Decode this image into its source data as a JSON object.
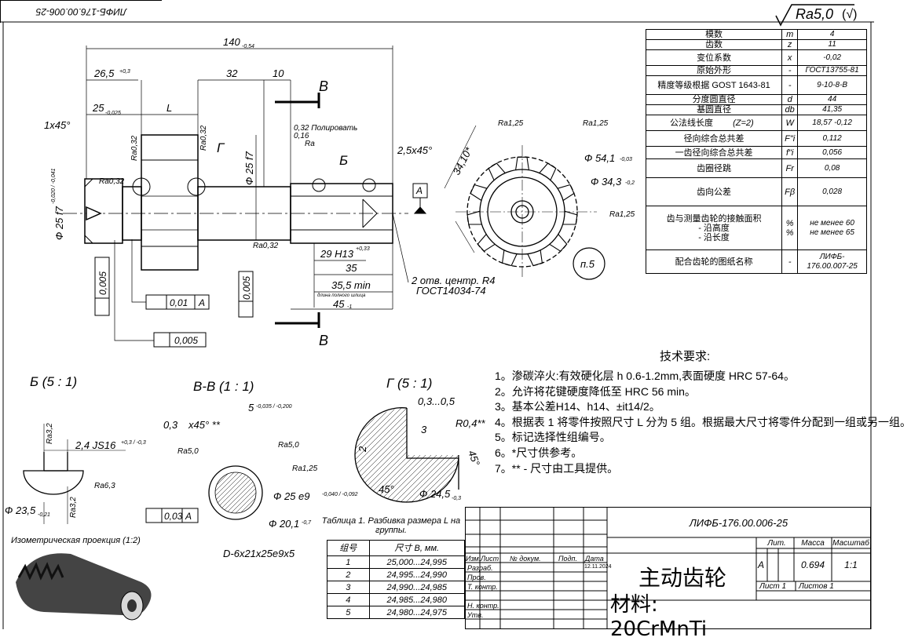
{
  "corner_code": "ЛИФБ-176.00.006-25",
  "roughness_symbol": "Ra5,0",
  "gear_table": {
    "rows": [
      {
        "name": "模数",
        "sym": "m",
        "val": "4"
      },
      {
        "name": "齿数",
        "sym": "z",
        "val": "11"
      },
      {
        "name": "变位系数",
        "sym": "x",
        "val": "-0,02"
      },
      {
        "name": "原始外形",
        "sym": "-",
        "val": "ГОСТ13755-81"
      },
      {
        "name": "精度等级根据 GOST 1643-81",
        "sym": "-",
        "val": "9-10-8-B"
      },
      {
        "name": "分度圆直径",
        "sym": "d",
        "val": "44"
      },
      {
        "name": "基圆直径",
        "sym": "db",
        "val": "41,35"
      },
      {
        "name": "公法线长度",
        "extra": "(Z=2)",
        "sym": "W",
        "val": "18,57 -0,12"
      },
      {
        "name": "径向综合总共差",
        "sym": "F\"i",
        "val": "0,112"
      },
      {
        "name": "一齿径向综合总共差",
        "sym": "f\"i",
        "val": "0,056"
      },
      {
        "name": "齿圈径跳",
        "sym": "Fr",
        "val": "0,08"
      },
      {
        "name": "齿向公差",
        "sym": "Fβ",
        "val": "0,028"
      },
      {
        "name": "齿与测量齿轮的接触面积\n- 沿高度\n- 沿长度",
        "sym": "%\n%",
        "val": "не менее 60\nне менее 65"
      },
      {
        "name": "配合齿轮的图纸名称",
        "sym": "-",
        "val": "ЛИФБ-\n176.00.007-25"
      }
    ]
  },
  "tech_requirements": {
    "title": "技术要求:",
    "items": [
      "1。渗碳淬火:有效硬化层 h 0.6-1.2mm,表面硬度 HRC 57-64。",
      "2。允许将花键硬度降低至 HRC 56 min。",
      "3。基本公差H14、h14、±it14/2。",
      "4。根据表 1 将零件按照尺寸 L 分为 5 组。根据最大尺寸将零件分配到一组或另一组。",
      "5。标记选择性组编号。",
      "6。*尺寸供参考。",
      "7。** - 尺寸由工具提供。"
    ]
  },
  "groups_table": {
    "caption": "Таблица 1. Разбивка размера L на группы.",
    "headers": [
      "组号",
      "尺寸 В, мм."
    ],
    "rows": [
      [
        "1",
        "25,000...24,995"
      ],
      [
        "2",
        "24,995...24,990"
      ],
      [
        "3",
        "24,990...24,985"
      ],
      [
        "4",
        "24,985...24,980"
      ],
      [
        "5",
        "24,980...24,975"
      ]
    ]
  },
  "title_block": {
    "doc_code": "ЛИФБ-176.00.006-25",
    "part_name": "主动齿轮",
    "material": "材料: 20CrMnTi",
    "col_headers": [
      "Изм.",
      "Лист",
      "№ докум.",
      "Подп.",
      "Дата"
    ],
    "roles": [
      "Разраб.",
      "Пров.",
      "Т. контр.",
      "",
      "Н. контр.",
      "Утв."
    ],
    "date": "12.11.2024",
    "lit_label": "Лит.",
    "mass_label": "Масса",
    "scale_label": "Масштаб",
    "lit_value": "А",
    "mass_value": "0.694",
    "scale_value": "1:1",
    "sheet_label": "Лист 1",
    "sheets_label": "Листов 1"
  },
  "view_labels": {
    "detail_b": "Б (5 : 1)",
    "section_vv": "В-В  (1 : 1)",
    "detail_g": "Г  (5 : 1)",
    "iso": "Изометрическая проекция (1:2)",
    "section_b": "Б",
    "cut_v_top": "В",
    "cut_v_bot": "В",
    "datum_a": "А",
    "callout_p5": "п.5"
  },
  "main_dims": {
    "d140": "140",
    "d140_tol": "-0,54",
    "d26_5": "26,5",
    "d26_5_tol": "+0,3",
    "d32": "32",
    "d10": "10",
    "d25": "25",
    "d25_tol": "-0,025",
    "dL": "L",
    "chamfer": "1x45°",
    "ra032_a": "Ra0,32",
    "ra032_b": "Ra0,32",
    "ra032_c": "Ra0,32",
    "ra032_d": "Ra0,32",
    "dia25f7_v": "Ф 25 f7",
    "dia25f7_tol": "-0,020 / -0,041",
    "polish": "0,32  Полировать",
    "polish2": "0,16",
    "polish_ra": "Ra",
    "g_label": "Г",
    "chamfer2": "2,5x45°",
    "d29": "29 H13",
    "d29_tol": "+0,33",
    "d35": "35",
    "d35_5": "35,5 min",
    "d35_5_note": "длина полного шлица",
    "d45": "45",
    "d45_tol": "-1",
    "centers": "2 отв. центр. R4",
    "centers_std": "ГОСТ14034-74",
    "runout1": "0,005",
    "runout2": "0,005",
    "runout3": "0,01",
    "runout4": "0,005",
    "runout_ref": "А"
  },
  "gear_view_dims": {
    "ra125_a": "Ra1,25",
    "ra125_b": "Ra1,25",
    "ra125_c": "Ra1,25",
    "d54": "Ф 54,1",
    "d54_tol": "-0,03",
    "d34": "Ф 34,3",
    "d34_tol": "-0,2",
    "angle": "34,10*"
  },
  "detail_b_dims": {
    "js": "2,4 JS16",
    "js_tol": "+0,3 / -0,3",
    "ra32a": "Ra3,2",
    "ra32b": "Ra3,2",
    "ra63": "Ra6,3",
    "d23": "Ф 23,5",
    "d23_tol": "-0,21"
  },
  "section_dims": {
    "chamfer": "0,3",
    "chamfer_tail": "x45° **",
    "d5": "5",
    "d5_tol": "-0,035 / -0,200",
    "ra50a": "Ra5,0",
    "ra50b": "Ra5,0",
    "ra125": "Ra1,25",
    "d25e9": "Ф 25 e9",
    "d25e9_tol": "-0,040 / -0,092",
    "d20": "Ф 20,1",
    "d20_tol": "-0,7",
    "spline": "D-6x21x25e9x5",
    "tol_val": "0,03",
    "tol_ref": "А"
  },
  "detail_g_dims": {
    "d03": "0,3...0,5",
    "d3": "3",
    "d2": "2",
    "r04": "R0,4**",
    "a45a": "45°",
    "a45b": "45°",
    "d245": "Ф 24,5",
    "d245_tol": "-0,3"
  }
}
